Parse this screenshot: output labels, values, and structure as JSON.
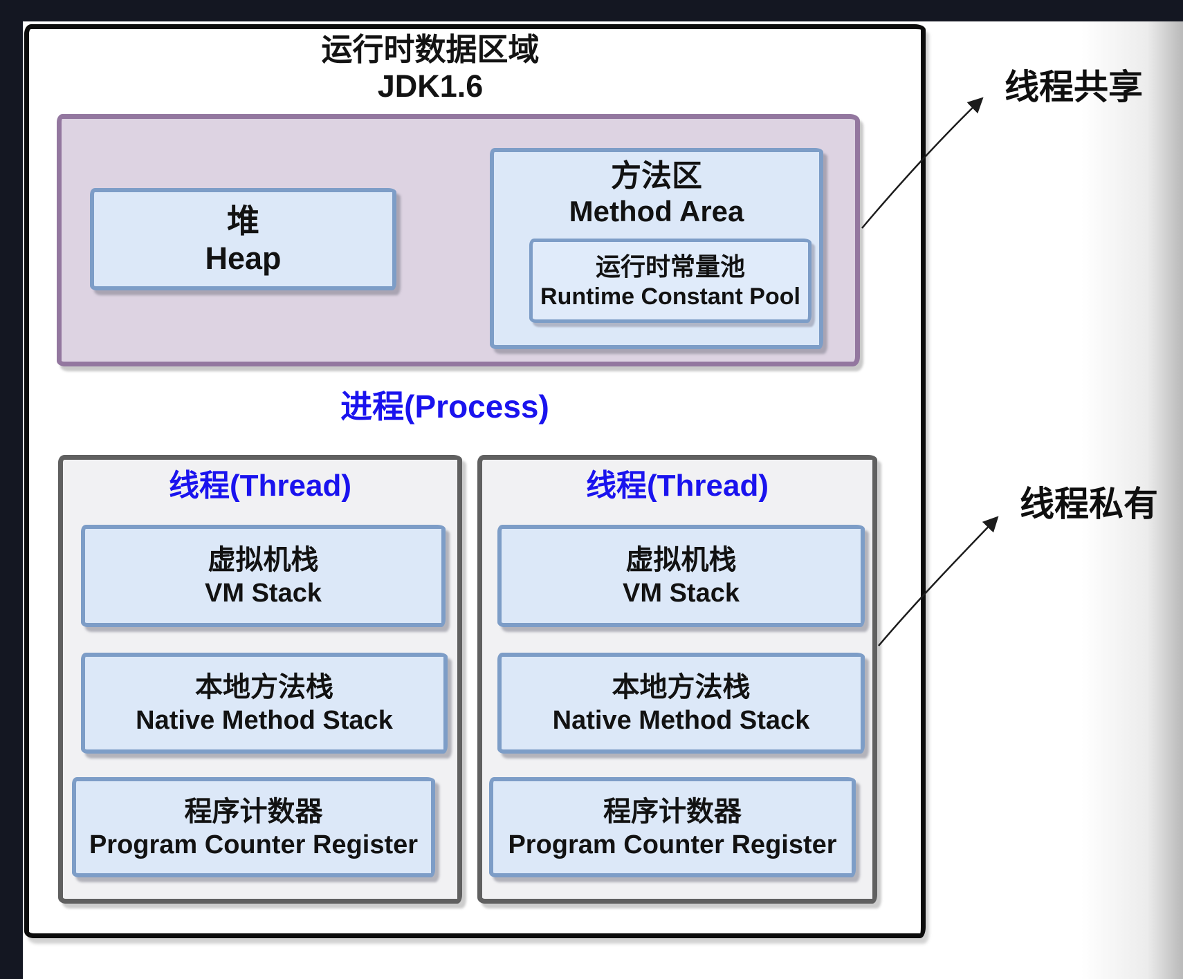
{
  "title": {
    "line1": "运行时数据区域",
    "line2": "JDK1.6"
  },
  "heap": {
    "zh": "堆",
    "en": "Heap"
  },
  "method_area": {
    "zh": "方法区",
    "en": "Method Area"
  },
  "runtime_constant_pool": {
    "zh": "运行时常量池",
    "en": "Runtime Constant Pool"
  },
  "process_label": "进程(Process)",
  "threads": [
    {
      "title": "线程(Thread)",
      "vm_stack": {
        "zh": "虚拟机栈",
        "en": "VM Stack"
      },
      "native_method_stack": {
        "zh": "本地方法栈",
        "en": "Native Method Stack"
      },
      "program_counter": {
        "zh": "程序计数器",
        "en": "Program Counter Register"
      }
    },
    {
      "title": "线程(Thread)",
      "vm_stack": {
        "zh": "虚拟机栈",
        "en": "VM Stack"
      },
      "native_method_stack": {
        "zh": "本地方法栈",
        "en": "Native Method Stack"
      },
      "program_counter": {
        "zh": "程序计数器",
        "en": "Program Counter Register"
      }
    }
  ],
  "annotations": {
    "thread_shared": "线程共享",
    "thread_private": "线程私有"
  },
  "colors": {
    "background": "#141722",
    "canvas": "#ffffff",
    "ink": "#121212",
    "blue_text": "#1a13ee",
    "purple_border": "#93779f",
    "purple_fill": "#ddd3e2",
    "blue_border": "#7d9dc7",
    "blue_fill": "#dce8f8",
    "thread_border": "#606060",
    "thread_fill": "#f1f1f3"
  }
}
